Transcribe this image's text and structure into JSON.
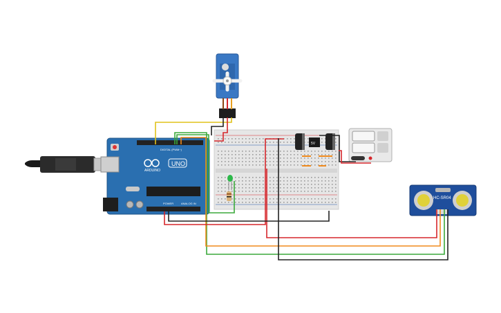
{
  "arduino": {
    "brand": "ARDUINO",
    "model": "UNO",
    "digital_label": "DIGITAL (PWM~)",
    "power_label": "POWER",
    "analog_label": "ANALOG IN"
  },
  "regulator": {
    "label": "5V"
  },
  "sensor": {
    "label": "HC-SR04"
  },
  "colors": {
    "board": "#2a6fb0",
    "breadboard": "#e6e6e6",
    "wire_red": "#d6262b",
    "wire_black": "#222222",
    "wire_green": "#3aa93a",
    "wire_yellow": "#e0c21a",
    "wire_orange": "#f08a1c",
    "servo": "#3a78c4",
    "sensor": "#1f4e9c"
  }
}
